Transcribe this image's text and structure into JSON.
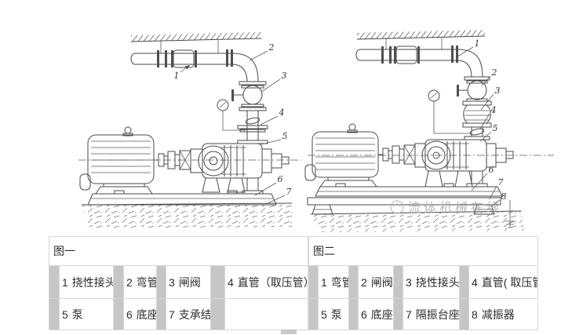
{
  "drawing": {
    "line_color": "#4a4a4a",
    "watermark": {
      "text": "流体机械在线",
      "color": "#acacac"
    },
    "figure1": {
      "callouts": [
        "1",
        "2",
        "3",
        "4",
        "5",
        "6",
        "7"
      ]
    },
    "figure2": {
      "callouts": [
        "1",
        "2",
        "3",
        "4",
        "5",
        "6",
        "7",
        "8"
      ]
    }
  },
  "legend": {
    "fig1": {
      "title": "图一",
      "rows": [
        [
          {
            "num": "1",
            "label": "挠性接头"
          },
          {
            "num": "2",
            "label": "弯管"
          },
          {
            "num": "3",
            "label": "闸阀"
          },
          {
            "num": "4",
            "label": "直管（取压管）"
          }
        ],
        [
          {
            "num": "5",
            "label": "泵"
          },
          {
            "num": "6",
            "label": "底座"
          },
          {
            "num": "7",
            "label": "支承结构"
          },
          {
            "num": "",
            "label": ""
          }
        ]
      ]
    },
    "fig2": {
      "title": "图二",
      "rows": [
        [
          {
            "num": "1",
            "label": "弯管"
          },
          {
            "num": "2",
            "label": "闸阀"
          },
          {
            "num": "3",
            "label": "挠性接头"
          },
          {
            "num": "4",
            "label": "直管( 取压管 )"
          }
        ],
        [
          {
            "num": "5",
            "label": "泵"
          },
          {
            "num": "6",
            "label": "底座"
          },
          {
            "num": "7",
            "label": "隔振台座"
          },
          {
            "num": "8",
            "label": "减振器"
          }
        ]
      ]
    }
  }
}
